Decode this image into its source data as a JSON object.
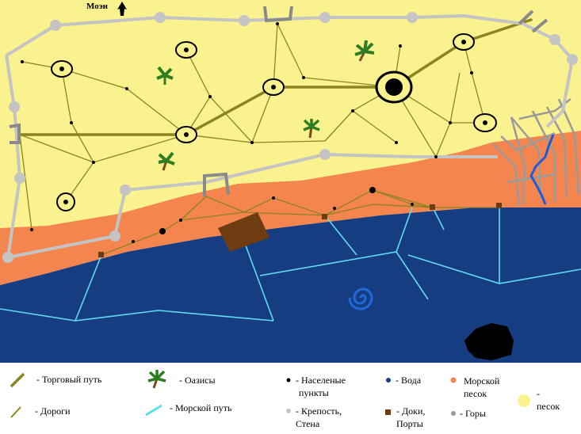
{
  "map": {
    "title": "Моэн",
    "colors": {
      "sand": "#faf28e",
      "sea_sand": "#f4854f",
      "water": "#163d82",
      "sea_route": "#5fdcf2",
      "trade_route": "#8c8420",
      "road": "#8c8420",
      "fortress_wall": "#c4c4c4",
      "mountains": "#9a9a9a",
      "river": "#1e5ad8",
      "oasis": "#2e7d21",
      "dock": "#6e3c10",
      "settlement": "#000000",
      "whirlpool": "#1f6bd6"
    }
  },
  "legend": {
    "trade_route": "- Торговый путь",
    "oases": "- Оазисы",
    "settlements_1": "- Населеные",
    "settlements_2": "пункты",
    "water": "- Вода",
    "sea_sand_1": "Морской",
    "sea_sand_2": "песок",
    "roads": "- Дороги",
    "sea_route": "- Морской путь",
    "fortress_1": "- Крепость,",
    "fortress_2": "Стена",
    "docks_1": "- Доки,",
    "docks_2": "Порты",
    "mountains": "- Горы",
    "sand_1": "-",
    "sand_2": "песок"
  }
}
